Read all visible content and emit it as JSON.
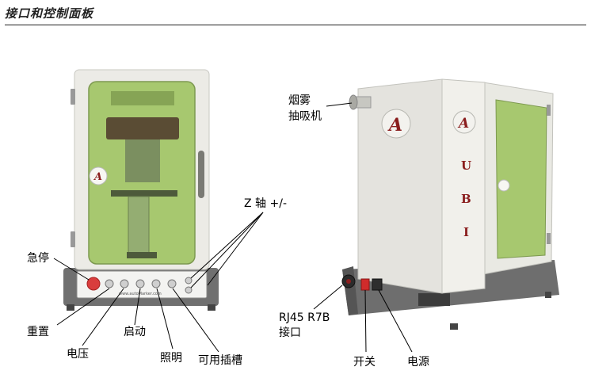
{
  "header": {
    "title": "接口和控制面板"
  },
  "brand": {
    "logo_letter": "A",
    "side_letters": [
      "U",
      "B",
      "I"
    ],
    "panel_text": "www.autoMarker.com"
  },
  "labels": {
    "z_axis": "Z 轴 +/-",
    "estop": "急停",
    "reset": "重置",
    "voltage": "电压",
    "start": "启动",
    "light": "照明",
    "slot": "可用插槽",
    "fume_line1": "烟雾",
    "fume_line2": "抽吸机",
    "rj45_line1": "RJ45 R7B",
    "rj45_line2": "接口",
    "switch": "开关",
    "power": "电源"
  },
  "colors": {
    "window_green": "#a7c86f",
    "cabinet": "#ecebe6",
    "base": "#6f6f6f",
    "estop_red": "#d93d3d"
  }
}
